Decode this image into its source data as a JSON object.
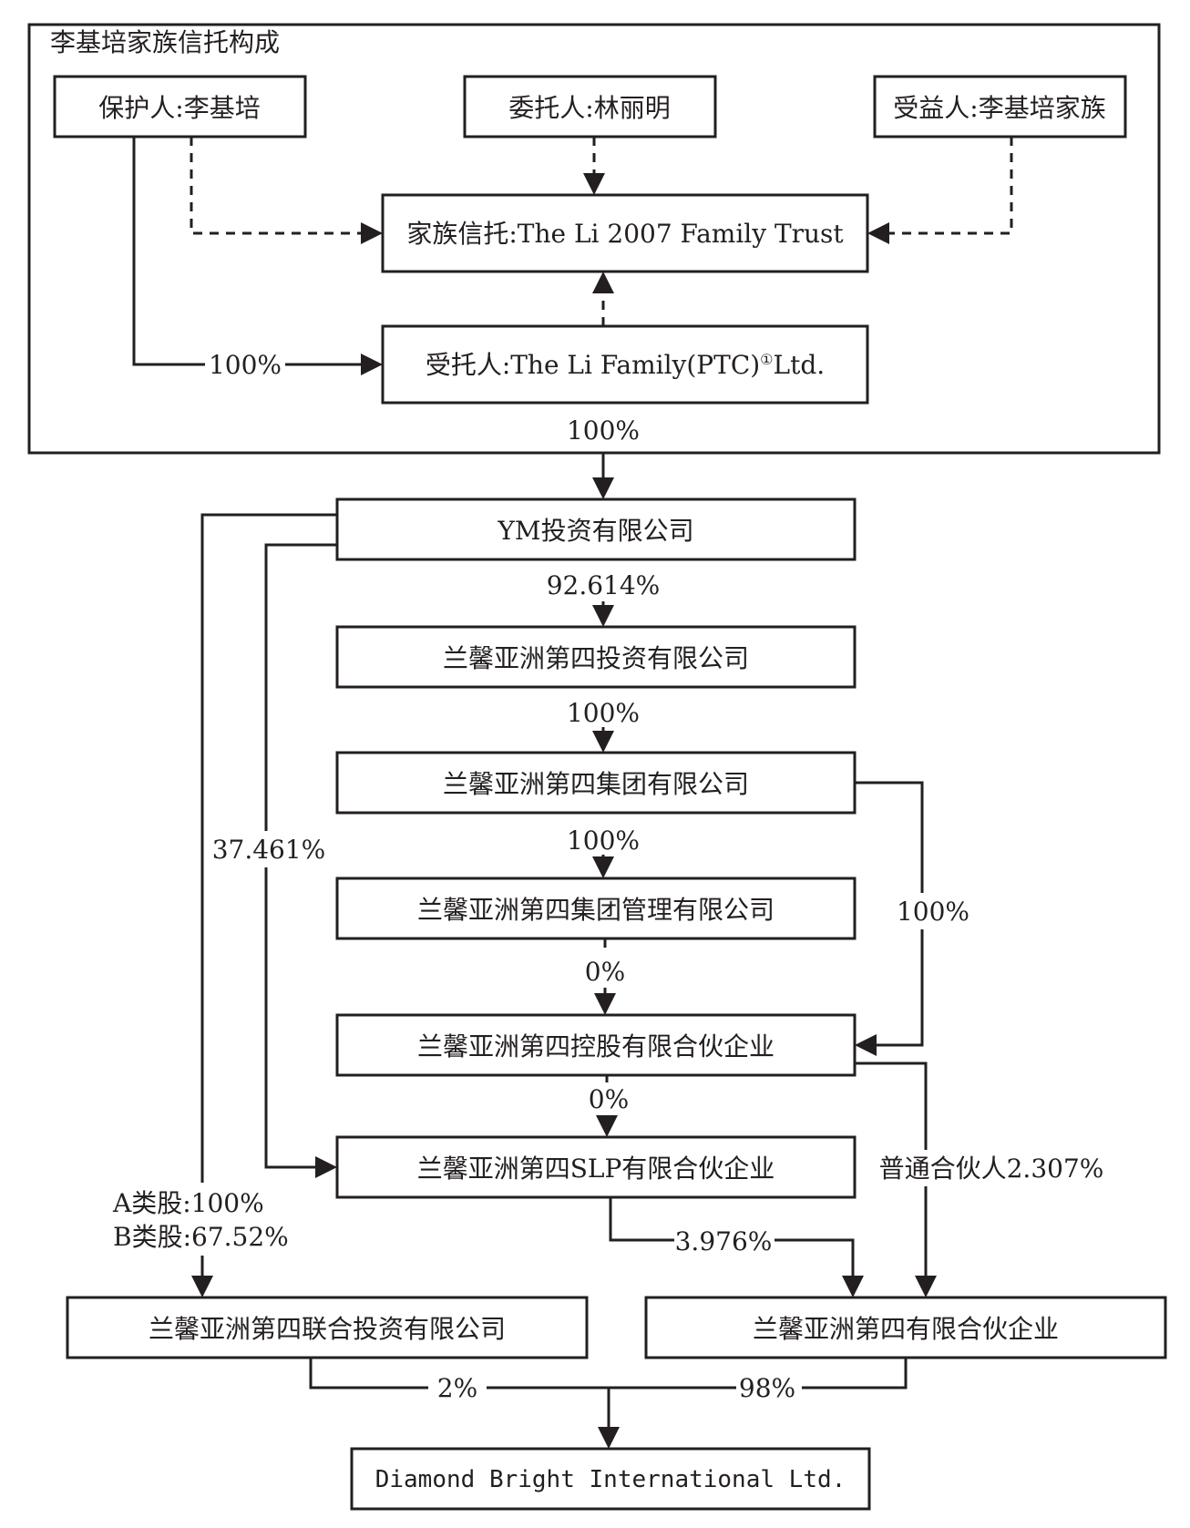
{
  "trust_section": {
    "title": "李基培家族信托构成",
    "protector": "保护人:李基培",
    "settlor": "委托人:林丽明",
    "beneficiary": "受益人:李基培家族",
    "family_trust": "家族信托:The Li 2007 Family Trust",
    "trustee": "受托人:The Li Family(PTC)",
    "trustee_note": "①",
    "trustee_suffix": "Ltd.",
    "protector_to_trustee_pct": "100%",
    "trustee_to_ym_pct": "100%"
  },
  "entities": {
    "ym": "YM投资有限公司",
    "fourth_investment": "兰馨亚洲第四投资有限公司",
    "fourth_group": "兰馨亚洲第四集团有限公司",
    "fourth_group_mgmt": "兰馨亚洲第四集团管理有限公司",
    "fourth_holding_lp": "兰馨亚洲第四控股有限合伙企业",
    "fourth_slp_lp": "兰馨亚洲第四SLP有限合伙企业",
    "fourth_joint_investment": "兰馨亚洲第四联合投资有限公司",
    "fourth_lp": "兰馨亚洲第四有限合伙企业",
    "diamond_bright": "Diamond Bright International Ltd."
  },
  "edge_labels": {
    "ym_to_investment": "92.614%",
    "investment_to_group": "100%",
    "group_to_mgmt": "100%",
    "group_to_holding": "100%",
    "mgmt_to_holding": "0%",
    "holding_to_slp": "0%",
    "ym_to_slp": "37.461%",
    "ym_to_joint_a": "A类股:100%",
    "ym_to_joint_b": "B类股:67.52%",
    "slp_to_lp": "3.976%",
    "holding_to_lp": "普通合伙人2.307%",
    "joint_to_diamond": "2%",
    "lp_to_diamond": "98%"
  }
}
